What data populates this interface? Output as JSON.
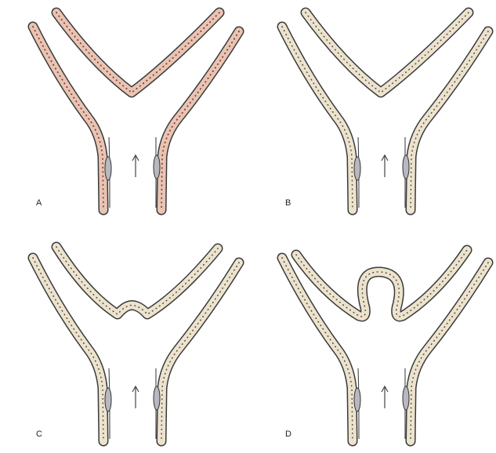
{
  "panels": [
    {
      "label": "A",
      "theme": "pink",
      "apex": "straight"
    },
    {
      "label": "B",
      "theme": "beige",
      "apex": "thin"
    },
    {
      "label": "C",
      "theme": "beige",
      "apex": "small-bulge"
    },
    {
      "label": "D",
      "theme": "beige",
      "apex": "loop"
    }
  ],
  "colors": {
    "pink_fill": "#e8c4b4",
    "pink_dots": "#8a3b2b",
    "beige_fill": "#ece3cf",
    "outline": "#3a3a3a",
    "valve": "#b8b8c0"
  },
  "icons": [
    "flow-arrow-icon",
    "valve-icon"
  ]
}
